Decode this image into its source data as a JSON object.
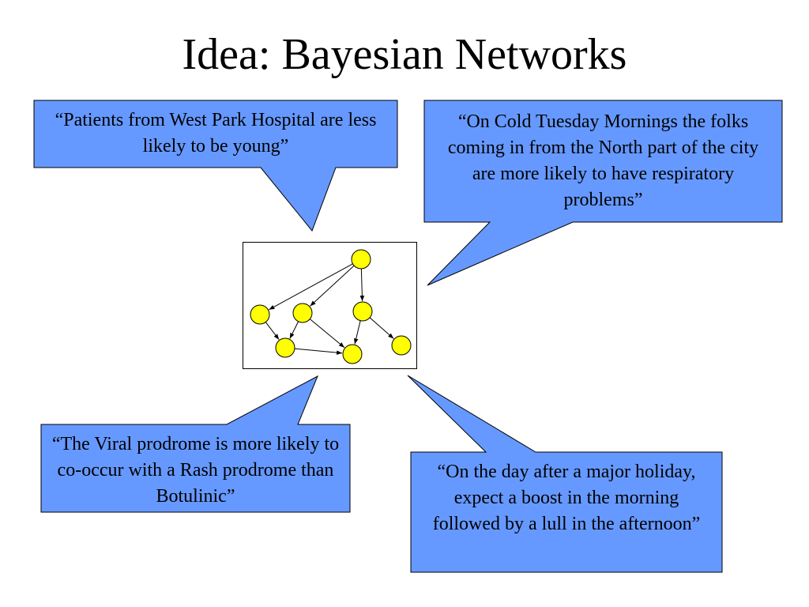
{
  "title": "Idea: Bayesian Networks",
  "colors": {
    "callout_fill": "#6699ff",
    "node_fill": "#ffff00",
    "stroke": "#000000"
  },
  "callouts": {
    "top_left": "“Patients from West Park Hospital are less likely to be young”",
    "top_right": "“On Cold Tuesday Mornings the folks coming in from the North part of the city are more likely to have respiratory problems”",
    "bottom_left": "“The Viral prodrome is more likely to co-occur with a Rash prodrome than Botulinic”",
    "bottom_right": "“On the day after a major holiday, expect a boost in the morning followed by a lull in the afternoon”"
  },
  "network": {
    "nodes": [
      "n1",
      "n2",
      "n3",
      "n4",
      "n5",
      "n6",
      "n7",
      "n8"
    ],
    "edges": [
      [
        "n1",
        "n2"
      ],
      [
        "n1",
        "n3"
      ],
      [
        "n1",
        "n4"
      ],
      [
        "n2",
        "n5"
      ],
      [
        "n3",
        "n5"
      ],
      [
        "n3",
        "n6"
      ],
      [
        "n5",
        "n6"
      ],
      [
        "n4",
        "n6"
      ],
      [
        "n4",
        "n7"
      ]
    ]
  }
}
